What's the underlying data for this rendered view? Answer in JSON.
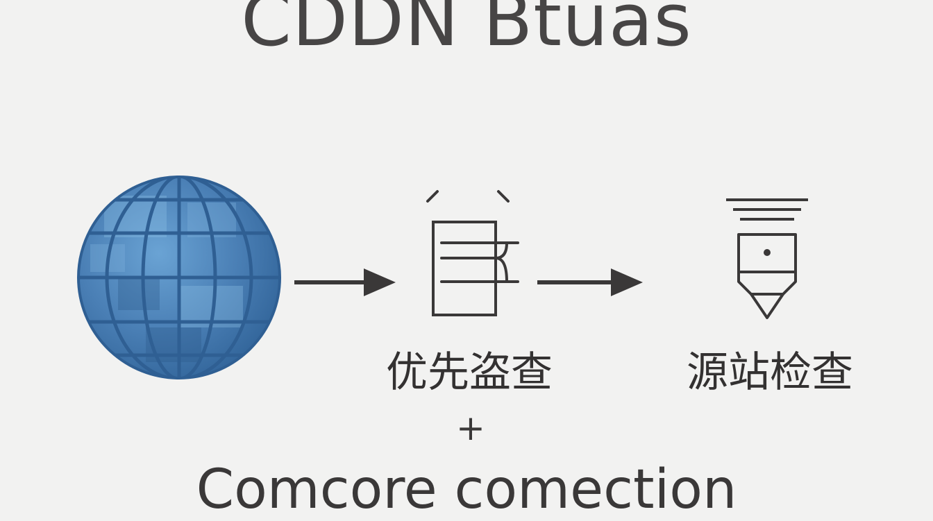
{
  "title": "CDDN Btuas",
  "steps": [
    {
      "label": "优先盗查",
      "icon": "document-branch-icon"
    },
    {
      "label": "源站检查",
      "icon": "origin-server-icon"
    }
  ],
  "source_icon": "globe-icon",
  "connector": "+",
  "subtitle": "Comcore comection",
  "colors": {
    "background": "#f2f2f1",
    "globe": "#4a7fb5",
    "globe_grid": "#2f5f93",
    "line": "#3a3838"
  }
}
